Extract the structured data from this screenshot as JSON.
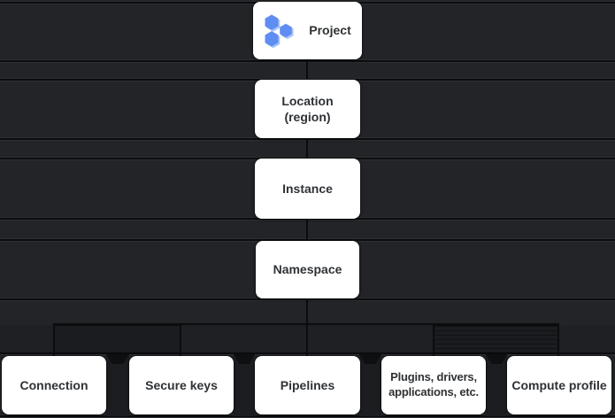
{
  "diagram": {
    "description": "Resource hierarchy tree: Project > Location (region) > Instance > Namespace > five namespace resources",
    "colors": {
      "background": "#222428",
      "divider": "#0a0c0e",
      "node_background": "#ffffff",
      "node_text": "#2f3235",
      "hexagon_main": "#5f8df1",
      "hexagon_light": "#aac5f8"
    },
    "nodes": {
      "project": {
        "label": "Project",
        "icon": "project-hexagons-icon"
      },
      "location": {
        "label": "Location\n(region)"
      },
      "instance": {
        "label": "Instance"
      },
      "namespace": {
        "label": "Namespace"
      },
      "connection": {
        "label": "Connection"
      },
      "secure_keys": {
        "label": "Secure keys"
      },
      "pipelines": {
        "label": "Pipelines"
      },
      "plugins": {
        "label": "Plugins, drivers,\napplications, etc."
      },
      "compute_profile": {
        "label": "Compute profile"
      }
    }
  }
}
